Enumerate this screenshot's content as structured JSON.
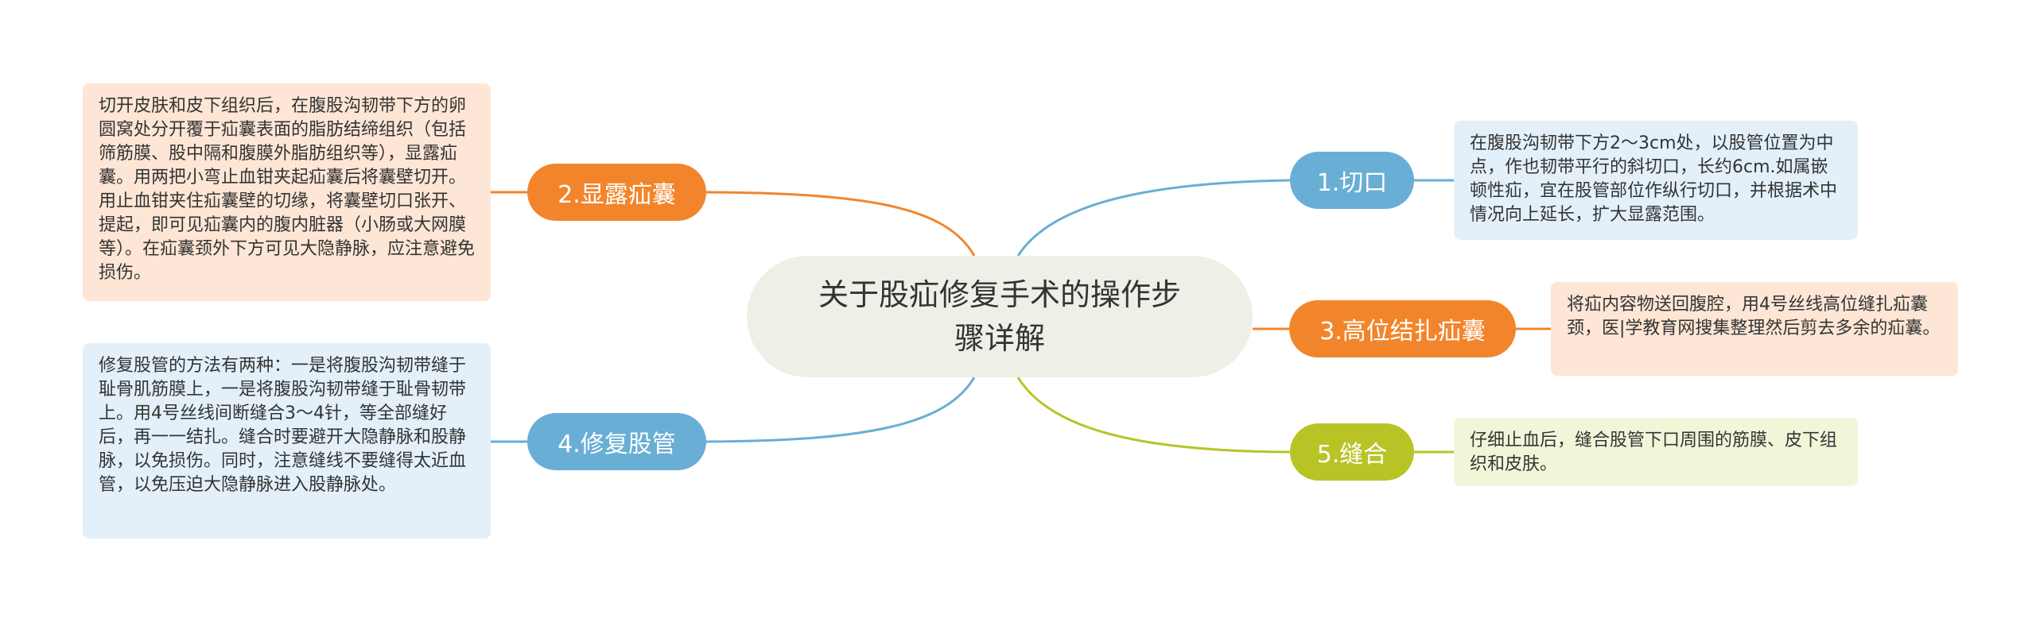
{
  "center": {
    "title": "关于股疝修复手术的操作步骤详解"
  },
  "branches": [
    {
      "label": "1.切口",
      "note": "在腹股沟韧带下方2～3cm处，以股管位置为中点，作也韧带平行的斜切口，长约6cm.如属嵌顿性疝，宜在股管部位作纵行切口，并根据术中情况向上延长，扩大显露范围。",
      "color": "#69aed5"
    },
    {
      "label": "2.显露疝囊",
      "note": "切开皮肤和皮下组织后，在腹股沟韧带下方的卵圆窝处分开覆于疝囊表面的脂肪结缔组织（包括筛筋膜、股中隔和腹膜外脂肪组织等），显露疝囊。用两把小弯止血钳夹起疝囊后将囊壁切开。用止血钳夹住疝囊壁的切缘，将囊壁切口张开、提起，即可见疝囊内的腹内脏器（小肠或大网膜等）。在疝囊颈外下方可见大隐静脉，应注意避免损伤。",
      "color": "#f2852b"
    },
    {
      "label": "3.高位结扎疝囊",
      "note": "将疝内容物送回腹腔，用4号丝线高位缝扎疝囊颈，医|学教育网搜集整理然后剪去多余的疝囊。",
      "color": "#f2852b"
    },
    {
      "label": "4.修复股管",
      "note": "修复股管的方法有两种：一是将腹股沟韧带缝于耻骨肌筋膜上，一是将腹股沟韧带缝于耻骨韧带上。用4号丝线间断缝合3～4针，等全部缝好后，再一一结扎。缝合时要避开大隐静脉和股静脉，以免损伤。同时，注意缝线不要缝得太近血管，以免压迫大隐静脉进入股静脉处。",
      "color": "#69aed5"
    },
    {
      "label": "5.缝合",
      "note": "仔细止血后，缝合股管下口周围的筋膜、皮下组织和皮肤。",
      "color": "#b8c426"
    }
  ]
}
